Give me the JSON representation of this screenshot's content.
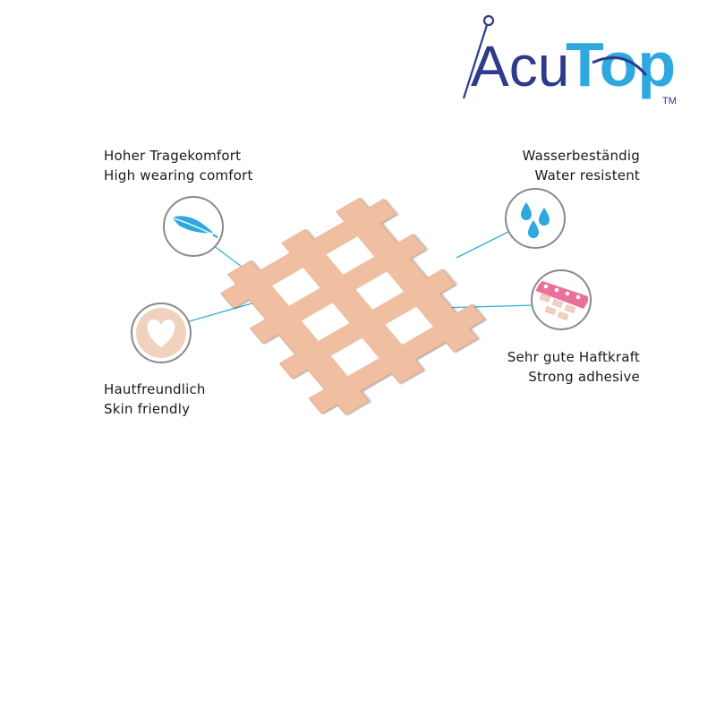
{
  "logo": {
    "text_left": "Acu",
    "text_right": "Top",
    "trademark": "TM",
    "color_dark": "#2e3a8c",
    "color_light": "#2fa8df"
  },
  "features": [
    {
      "icon": "feather-icon",
      "line1": "Hoher Tragekomfort",
      "line2": "High wearing comfort"
    },
    {
      "icon": "water-drops-icon",
      "line1": "Wasserbeständig",
      "line2": "Water resistent"
    },
    {
      "icon": "heart-icon",
      "line1": "Hautfreundlich",
      "line2": "Skin friendly"
    },
    {
      "icon": "adhesive-layer-icon",
      "line1": "Sehr gute Haftkraft",
      "line2": "Strong adhesive"
    }
  ],
  "colors": {
    "tape": "#f0bfa2",
    "tape_shadow": "#d9997a",
    "callout_line": "#2fb0dc",
    "icon_ring": "#8a8a8a",
    "icon_blue": "#2fa8df",
    "heart_fill": "#f1d2bf",
    "adhesive_pink": "#e9709b"
  }
}
